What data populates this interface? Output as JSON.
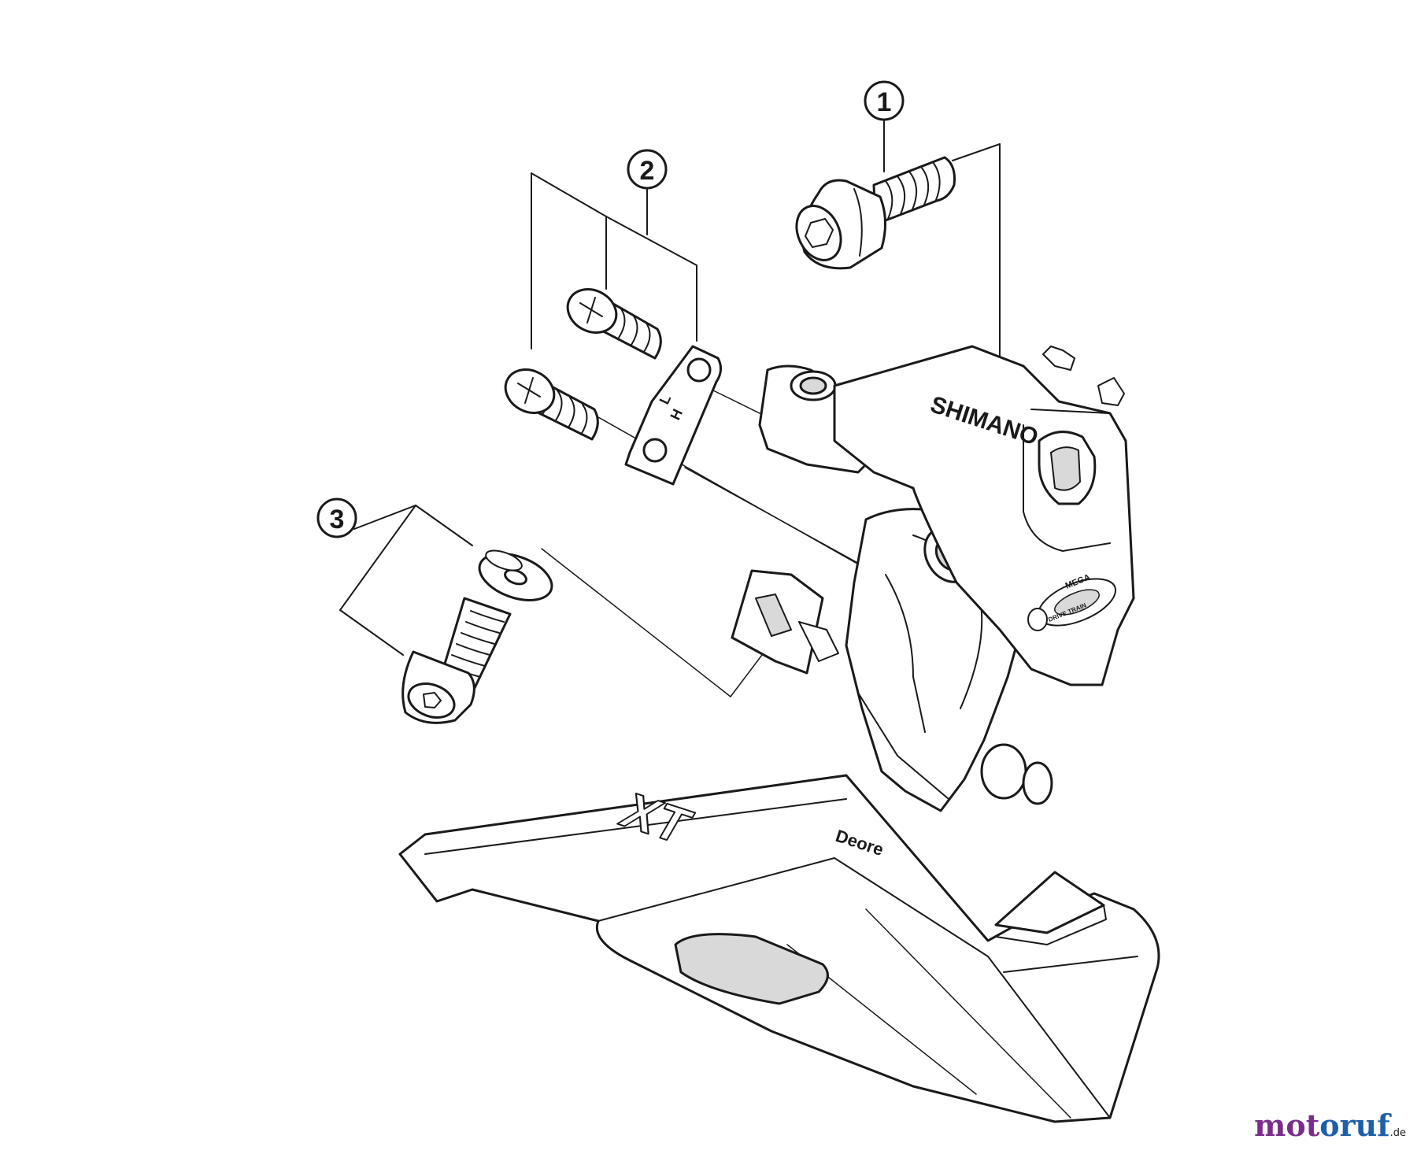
{
  "callouts": [
    {
      "number": "1"
    },
    {
      "number": "2"
    },
    {
      "number": "3"
    }
  ],
  "component_markings": {
    "brand": "SHIMANO",
    "series_line1": "Deore",
    "series_line2": "XT",
    "badge_top": "MEGA",
    "badge_bottom": "DRIVE TRAIN"
  },
  "watermark": {
    "parts": [
      "mot",
      "oruf",
      ".de"
    ],
    "colors": [
      "#7b2d8b",
      "#1f5fa8",
      "#222222"
    ]
  },
  "colors": {
    "line": "#1a1a1a",
    "fill": "#ffffff",
    "shade": "#d9d9d9"
  }
}
